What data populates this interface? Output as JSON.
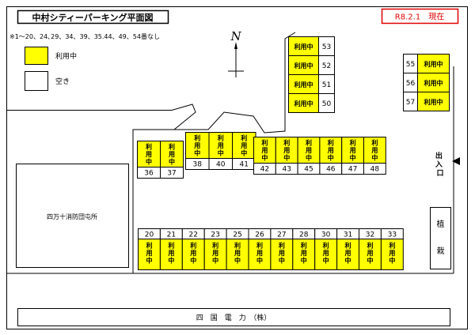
{
  "title": "中村シティーパーキング平面図",
  "date_badge": "R8.2.1　現在",
  "note": "※1～20、24､29、34、39、35.44、49、54番なし",
  "legend": {
    "occupied_label": "利用中",
    "vacant_label": "空き"
  },
  "north_label": "N",
  "occupied_text": "利用中",
  "colors": {
    "occupied": "#ffff00",
    "vacant": "#ffffff",
    "badge_border": "#e00000"
  },
  "top_spaces": [
    "53",
    "52",
    "51",
    "50"
  ],
  "right_spaces": [
    "55",
    "56",
    "57"
  ],
  "upper_row_left": [
    "36",
    "37"
  ],
  "upper_row_mid": [
    "38",
    "40",
    "41"
  ],
  "upper_row_right": [
    "42",
    "43",
    "45",
    "46",
    "47",
    "48"
  ],
  "bottom_row": [
    "20",
    "21",
    "22",
    "23",
    "25",
    "26",
    "27",
    "28",
    "30",
    "31",
    "32",
    "33"
  ],
  "entrance_label": "出入口",
  "planting_label_top": "植",
  "planting_label_bottom": "栽",
  "building_label": "四万十消防団屯所",
  "company_label": "四　国　電　力　（株）"
}
